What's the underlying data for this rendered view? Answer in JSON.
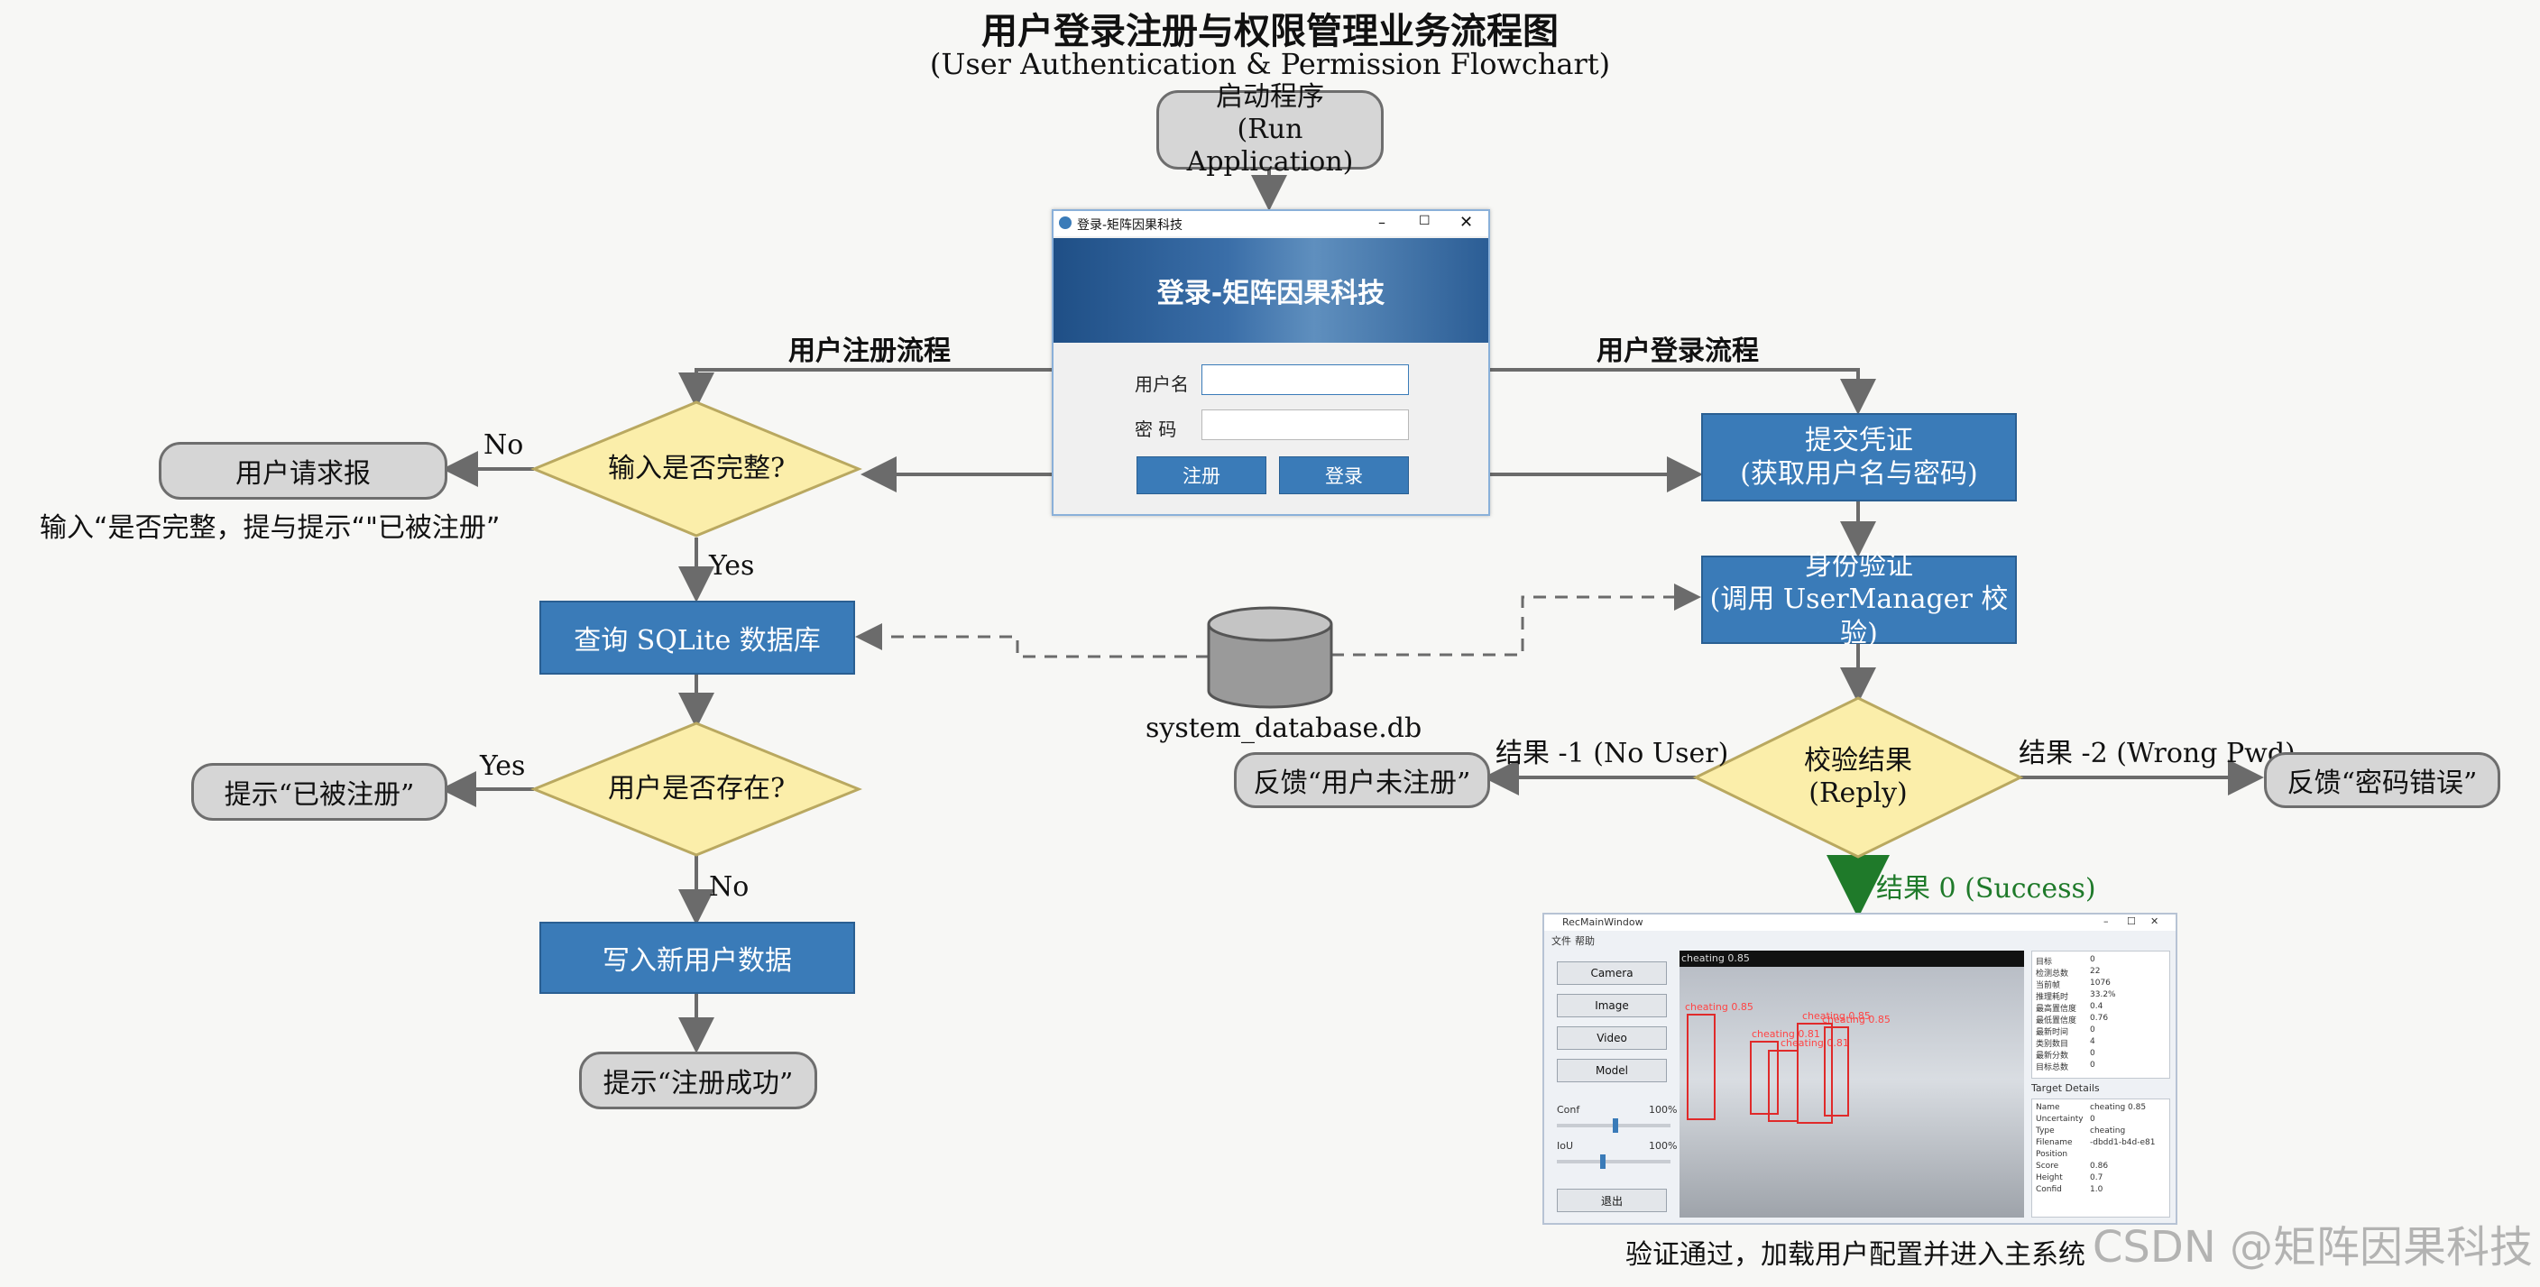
{
  "title": "用户登录注册与权限管理业务流程图",
  "subtitle": "(User Authentication & Permission Flowchart)",
  "nodes": {
    "start": [
      "启动程序",
      "(Run Application)"
    ],
    "input_complete": "输入是否完整?",
    "user_request": "用户请求报",
    "input_note": "输入“是否完整，提与提示“\"已被注册”",
    "query_db": "查询 SQLite 数据库",
    "user_exists": "用户是否存在?",
    "already_registered": "提示“已被注册”",
    "write_user": "写入新用户数据",
    "register_success": "提示“注册成功”",
    "database_label": "system_database.db",
    "submit_creds": [
      "提交凭证",
      "(获取用户名与密码)"
    ],
    "verify_identity": [
      "身份验证",
      "(调用 UserManager 校验)"
    ],
    "check_result": [
      "校验结果",
      "(Reply)"
    ],
    "feedback_no_user": "反馈“用户未注册”",
    "feedback_wrong_pwd": "反馈“密码错误”",
    "final_note": "验证通过，加载用户配置并进入主系统"
  },
  "edges": {
    "register_flow": "用户注册流程",
    "login_flow": "用户登录流程",
    "no_1": "No",
    "yes_1": "Yes",
    "yes_2": "Yes",
    "no_2": "No",
    "result_no_user": "结果 -1 (No User)",
    "result_wrong_pwd": "结果 -2 (Wrong Pwd)",
    "result_success": "结果 0 (Success)"
  },
  "login_window": {
    "window_title": "登录-矩阵因果科技",
    "banner": "登录-矩阵因果科技",
    "username_label": "用户名",
    "password_label": "密  码",
    "register_button": "注册",
    "login_button": "登录"
  },
  "main_window": {
    "window_title": "RecMainWindow",
    "menu": [
      "文件",
      "帮助"
    ],
    "buttons": [
      "Camera",
      "Image",
      "Video",
      "Model"
    ],
    "conf_label": "Conf",
    "conf_value": "100%",
    "iou_label": "IoU",
    "iou_value": "100%",
    "exit_button": "退出",
    "video_label": "cheating 0.85",
    "detections": [
      "cheating 0.85",
      "cheating 0.85",
      "cheating 0.81",
      "cheating 0.81",
      "cheating 0.85"
    ],
    "stats_rows": [
      "目标",
      "检测总数",
      "当前帧",
      "推理耗时",
      "最高置信度",
      "最低置信度",
      "最新时间",
      "类别数目",
      "最新分数",
      "目标总数"
    ],
    "stats_values": [
      "0",
      "22",
      "1076",
      "33.2%",
      "0.4",
      "0.76",
      "0",
      "4",
      "0",
      "0"
    ],
    "target_details_label": "Target Details",
    "target_rows": [
      "Name",
      "Uncertainty",
      "Type",
      "Filename",
      "Position",
      "Score",
      "Height",
      "Confid"
    ],
    "target_values": [
      "cheating 0.85",
      "0",
      "cheating",
      "-dbdd1-b4d-e81",
      "",
      "0.86",
      "0.7",
      "1.0"
    ]
  },
  "watermark": "CSDN @矩阵因果科技",
  "colors": {
    "process_blue": "#3a7bb8",
    "decision_yellow": "#fbeeaa",
    "terminal_gray": "#d6d6d6",
    "arrow_gray": "#6b6b6b",
    "success_green": "#1f7a2a"
  },
  "icons": [
    "camera-icon",
    "image-icon",
    "video-icon",
    "model-icon",
    "exit-icon",
    "database-icon"
  ]
}
